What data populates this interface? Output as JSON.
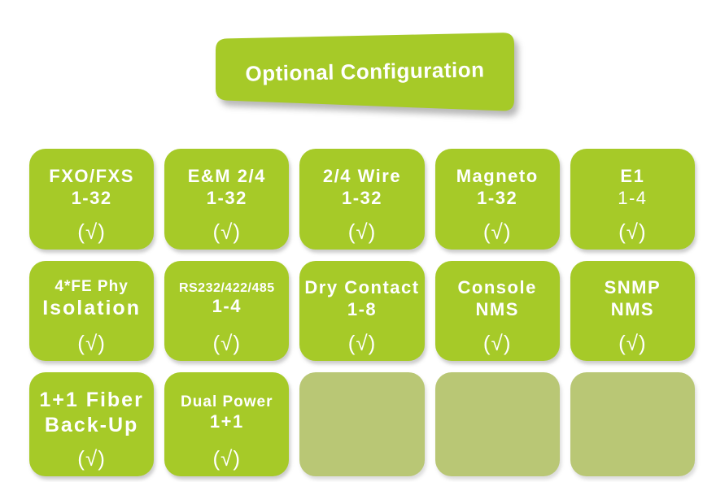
{
  "banner": {
    "title": "Optional Configuration"
  },
  "colors": {
    "tile_green": "#a6ca28",
    "placeholder_olive": "#b9c775",
    "text_white": "#ffffff"
  },
  "tiles": [
    {
      "lines": [
        {
          "text": "FXO/FXS",
          "size": "lg"
        },
        {
          "text": "1-32",
          "size": "lg"
        }
      ],
      "check": "(√)",
      "empty": false
    },
    {
      "lines": [
        {
          "text": "E&M 2/4",
          "size": "lg"
        },
        {
          "text": "1-32",
          "size": "lg"
        }
      ],
      "check": "(√)",
      "empty": false
    },
    {
      "lines": [
        {
          "text": "2/4 Wire",
          "size": "lg"
        },
        {
          "text": "1-32",
          "size": "lg"
        }
      ],
      "check": "(√)",
      "empty": false
    },
    {
      "lines": [
        {
          "text": "Magneto",
          "size": "lg"
        },
        {
          "text": "1-32",
          "size": "lg"
        }
      ],
      "check": "(√)",
      "empty": false
    },
    {
      "lines": [
        {
          "text": "E1",
          "size": "lg"
        },
        {
          "text": "1-4",
          "size": "rg"
        }
      ],
      "check": "(√)",
      "empty": false
    },
    {
      "lines": [
        {
          "text": "4*FE Phy",
          "size": "md"
        },
        {
          "text": "Isolation",
          "size": "xl"
        }
      ],
      "check": "(√)",
      "empty": false
    },
    {
      "lines": [
        {
          "text": "RS232/422/485",
          "size": "sm"
        },
        {
          "text": "1-4",
          "size": "lg"
        }
      ],
      "check": "(√)",
      "empty": false
    },
    {
      "lines": [
        {
          "text": "Dry Contact",
          "size": "lg"
        },
        {
          "text": "1-8",
          "size": "lg"
        }
      ],
      "check": "(√)",
      "empty": false
    },
    {
      "lines": [
        {
          "text": "Console",
          "size": "lg"
        },
        {
          "text": "NMS",
          "size": "lg"
        }
      ],
      "check": "(√)",
      "empty": false
    },
    {
      "lines": [
        {
          "text": "SNMP",
          "size": "lg"
        },
        {
          "text": "NMS",
          "size": "lg"
        }
      ],
      "check": "(√)",
      "empty": false
    },
    {
      "lines": [
        {
          "text": "1+1 Fiber",
          "size": "xl"
        },
        {
          "text": "Back-Up",
          "size": "xl"
        }
      ],
      "check": "(√)",
      "empty": false
    },
    {
      "lines": [
        {
          "text": "Dual Power",
          "size": "md"
        },
        {
          "text": "1+1",
          "size": "lg"
        }
      ],
      "check": "(√)",
      "empty": false
    },
    {
      "lines": [],
      "check": "",
      "empty": true
    },
    {
      "lines": [],
      "check": "",
      "empty": true
    },
    {
      "lines": [],
      "check": "",
      "empty": true
    }
  ]
}
